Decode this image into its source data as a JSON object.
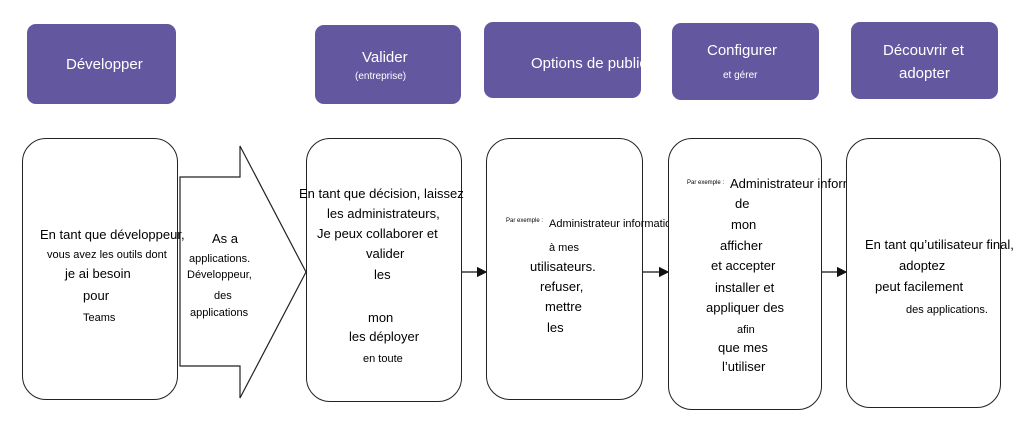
{
  "stages": [
    {
      "title": "Développer",
      "subtitle": ""
    },
    {
      "title": "Valider",
      "subtitle": "(entreprise)"
    },
    {
      "title": "Options de publication",
      "subtitle": ""
    },
    {
      "title": "Configurer",
      "subtitle": "et gérer"
    },
    {
      "title": "Découvrir et adopter",
      "title_line1": "Découvrir et",
      "title_line2": "adopter"
    }
  ],
  "cards": {
    "develop": [
      "En tant que développeur,",
      "vous avez les outils dont",
      "je ai besoin",
      "pour",
      "Teams"
    ],
    "arrow": [
      "As a",
      "applications.",
      "Développeur,",
      "des",
      "applications"
    ],
    "validate": [
      "En tant que décision, laissez",
      "les administrateurs,",
      "Je peux collaborer et",
      "valider",
      "les",
      "mon",
      "les déployer",
      "en toute"
    ],
    "publish": {
      "example": "Par exemple :",
      "role": "Administrateur informatique",
      "lines": [
        "à mes",
        "utilisateurs.",
        "refuser,",
        "mettre",
        "les"
      ]
    },
    "configure": {
      "example": "Par exemple :",
      "role": "Administrateur informatique",
      "lines": [
        "de",
        "mon",
        "afficher",
        "et accepter",
        "installer et",
        "appliquer des",
        "afin",
        "que mes",
        "l’utiliser"
      ]
    },
    "discover": [
      "En tant qu’utilisateur final,",
      "adoptez",
      "peut facilement",
      "des applications."
    ]
  }
}
